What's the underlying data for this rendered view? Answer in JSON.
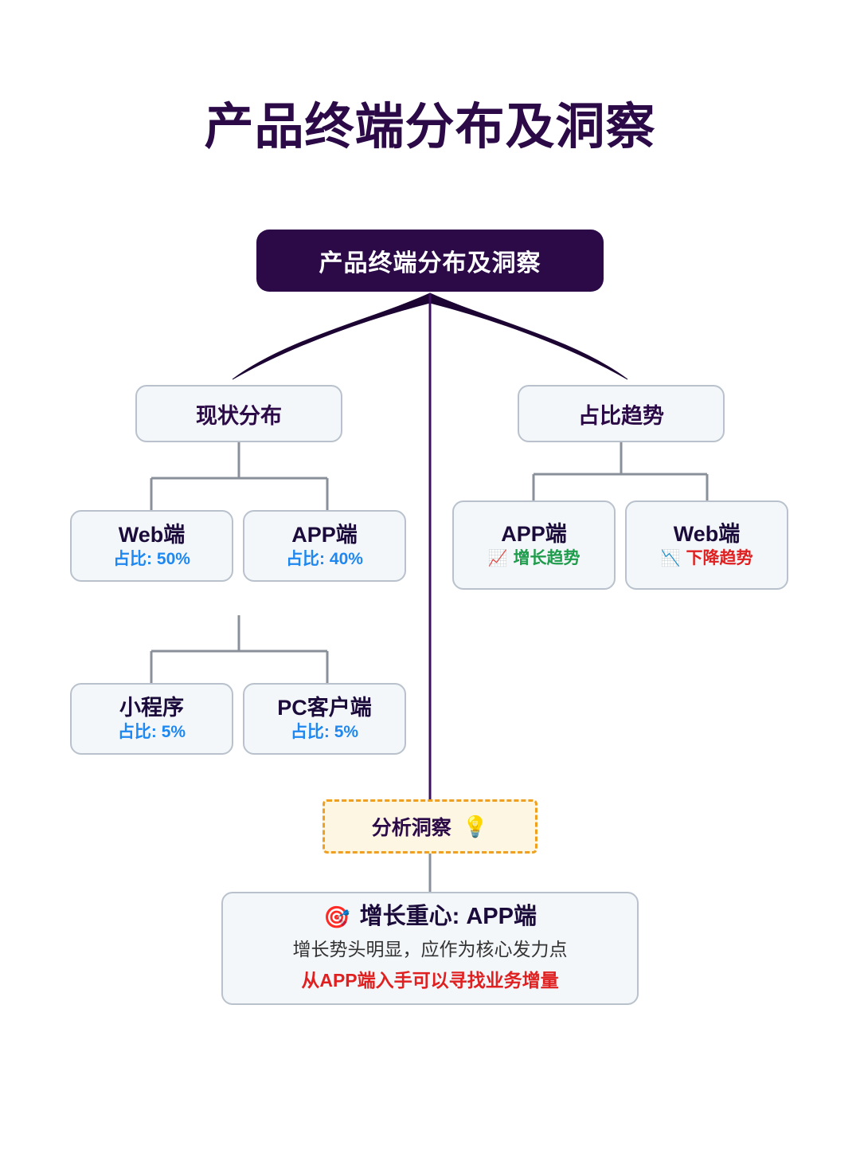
{
  "page": {
    "title": "产品终端分布及洞察",
    "background_color": "#ffffff"
  },
  "colors": {
    "root_fill": "#2b0a47",
    "root_text": "#ffffff",
    "title_text": "#2b0a47",
    "card_fill": "#f4f7fa",
    "card_border": "#b9c2cc",
    "node_text": "#1b0b3b",
    "percent_text": "#1e88f0",
    "up_trend": "#1f9d4d",
    "down_trend": "#e02020",
    "insight_fill": "#fdf6e3",
    "insight_border": "#f0a020",
    "connector_gray": "#8a9099",
    "connector_purple": "#2b0a47"
  },
  "diagram": {
    "type": "tree",
    "root": {
      "label": "产品终端分布及洞察"
    },
    "branches": [
      {
        "id": "current-distribution",
        "label": "现状分布"
      },
      {
        "id": "share-trend",
        "label": "占比趋势"
      }
    ],
    "distribution_leaves": [
      {
        "id": "web",
        "title": "Web端",
        "sub": "占比: 50%",
        "value": 50,
        "unit": "%"
      },
      {
        "id": "app",
        "title": "APP端",
        "sub": "占比: 40%",
        "value": 40,
        "unit": "%"
      },
      {
        "id": "miniprogram",
        "title": "小程序",
        "sub": "占比: 5%",
        "value": 5,
        "unit": "%"
      },
      {
        "id": "pc-client",
        "title": "PC客户端",
        "sub": "占比: 5%",
        "value": 5,
        "unit": "%"
      }
    ],
    "trend_leaves": [
      {
        "id": "app-trend",
        "title": "APP端",
        "sub": "增长趋势",
        "icon": "chart-increasing-icon",
        "icon_glyph": "📈",
        "direction": "up"
      },
      {
        "id": "web-trend",
        "title": "Web端",
        "sub": "下降趋势",
        "icon": "chart-decreasing-icon",
        "icon_glyph": "📉",
        "direction": "down"
      }
    ],
    "insight": {
      "label": "分析洞察",
      "icon": "light-bulb-icon",
      "icon_glyph": "💡"
    },
    "conclusion": {
      "icon": "direct-hit-icon",
      "icon_glyph": "🎯",
      "heading": "增长重心: APP端",
      "line1": "增长势头明显，应作为核心发力点",
      "line2": "从APP端入手可以寻找业务增量"
    }
  }
}
